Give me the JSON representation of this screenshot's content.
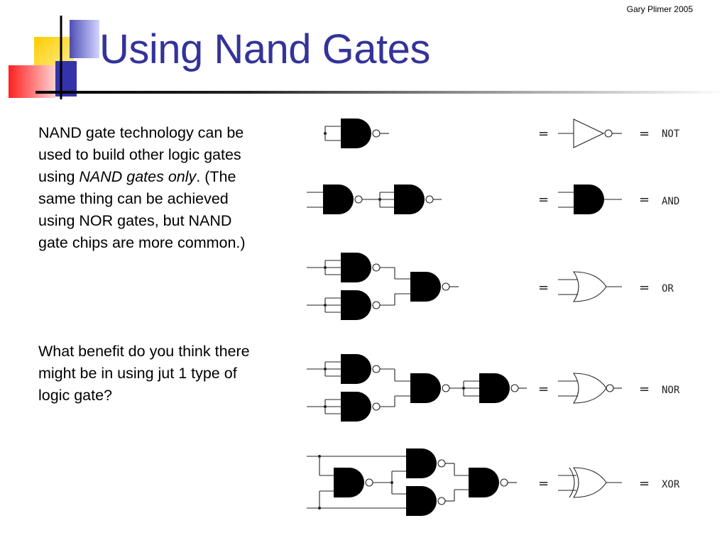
{
  "slide": {
    "credit": "Gary Plimer 2005",
    "title": "Using Nand Gates",
    "para1": {
      "part1": "NAND gate technology can be used to build other logic gates using ",
      "emphasis": "NAND gates only",
      "part2": ". (The same thing can be achieved using NOR gates, but NAND gate chips are more common.)"
    },
    "para2": "What benefit do you think there might be in using jut 1 type of logic gate?",
    "equals": "=",
    "rows": [
      {
        "label": "NOT"
      },
      {
        "label": "AND"
      },
      {
        "label": "OR"
      },
      {
        "label": "NOR"
      },
      {
        "label": "XOR"
      }
    ]
  }
}
